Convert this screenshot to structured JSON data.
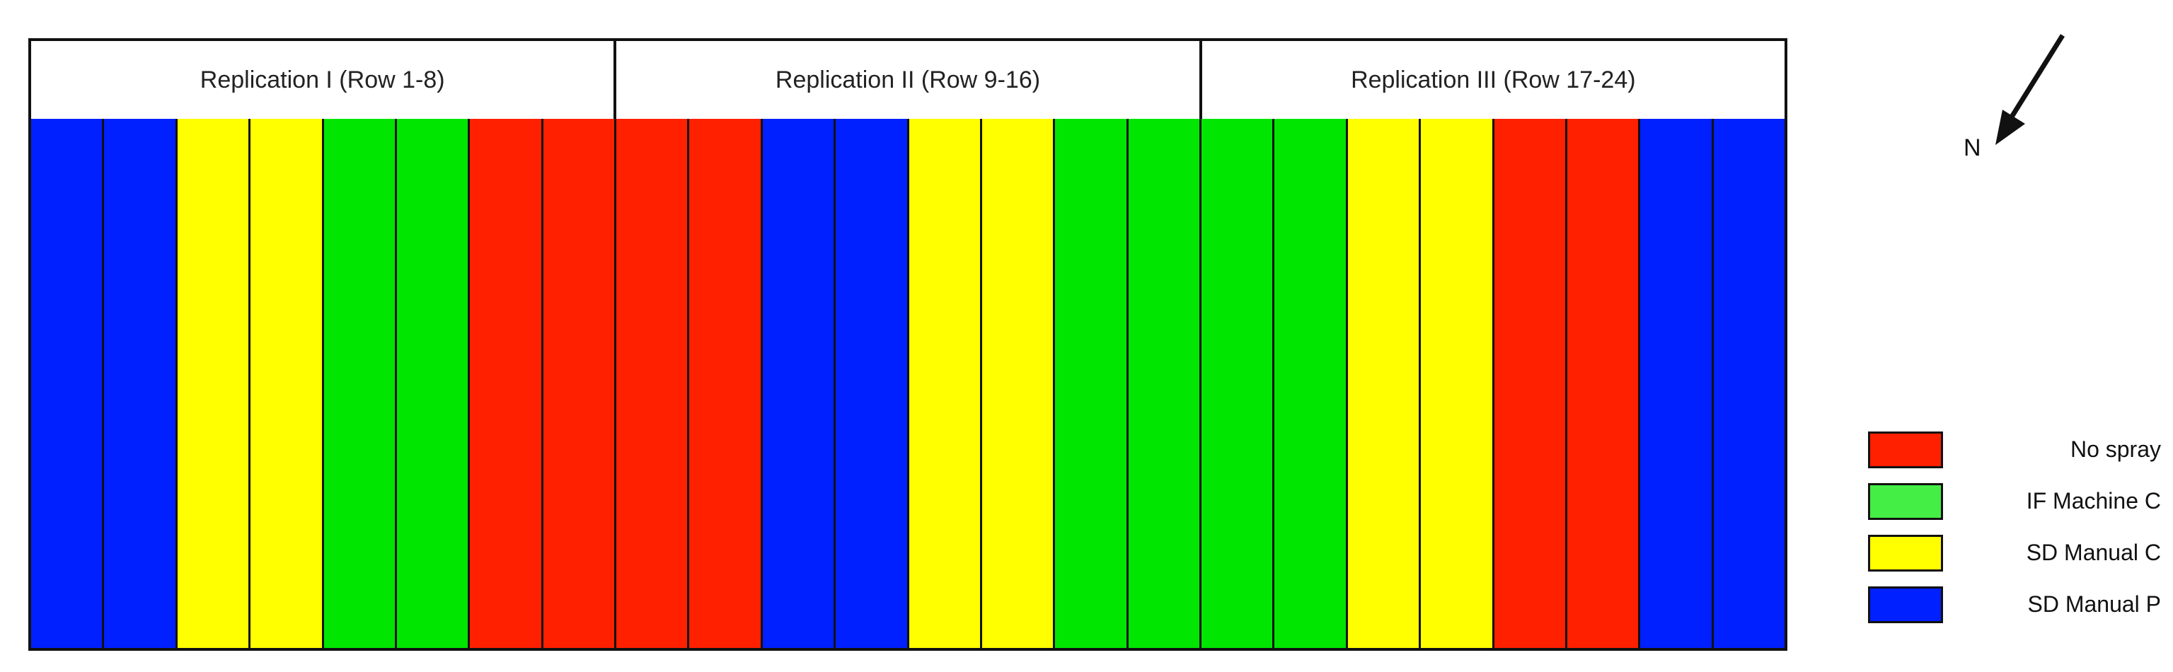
{
  "colors": {
    "no_spray": "#ff2000",
    "if_machine_c": "#00e600",
    "sd_manual_c": "#ffff00",
    "sd_manual_p": "#0020ff",
    "if_machine_c_legend": "#44ee44"
  },
  "headers": [
    "Replication I (Row 1-8)",
    "Replication II (Row 9-16)",
    "Replication III (Row 17-24)"
  ],
  "plots": [
    "sd_manual_p",
    "sd_manual_p",
    "sd_manual_c",
    "sd_manual_c",
    "if_machine_c",
    "if_machine_c",
    "no_spray",
    "no_spray",
    "no_spray",
    "no_spray",
    "sd_manual_p",
    "sd_manual_p",
    "sd_manual_c",
    "sd_manual_c",
    "if_machine_c",
    "if_machine_c",
    "if_machine_c",
    "if_machine_c",
    "sd_manual_c",
    "sd_manual_c",
    "no_spray",
    "no_spray",
    "sd_manual_p",
    "sd_manual_p"
  ],
  "north": {
    "label": "N",
    "icon": "north-arrow-icon"
  },
  "legend": [
    {
      "label": "No spray",
      "treatment": "no_spray"
    },
    {
      "label": "IF Machine C",
      "treatment": "if_machine_c_legend"
    },
    {
      "label": "SD Manual C",
      "treatment": "sd_manual_c"
    },
    {
      "label": "SD Manual P",
      "treatment": "sd_manual_p"
    }
  ]
}
